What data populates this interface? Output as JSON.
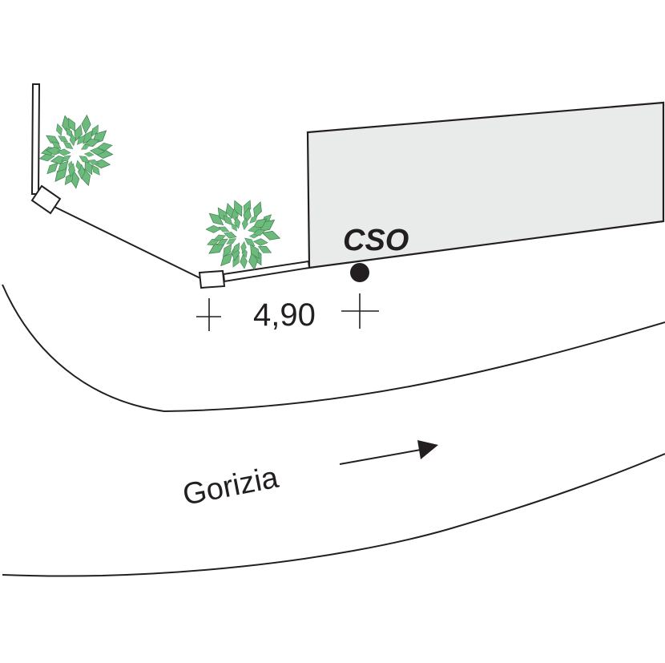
{
  "building": {
    "label": "CSO",
    "fill_color": "#e9eaea"
  },
  "dimension": {
    "value": "4,90"
  },
  "street": {
    "name": "Gorizia",
    "direction": "arrow-right"
  },
  "vegetation": {
    "leaf_color": "#6dbb7c",
    "leaf_stroke": "#3f7f52",
    "count": 2
  },
  "stroke_color": "#231f20"
}
